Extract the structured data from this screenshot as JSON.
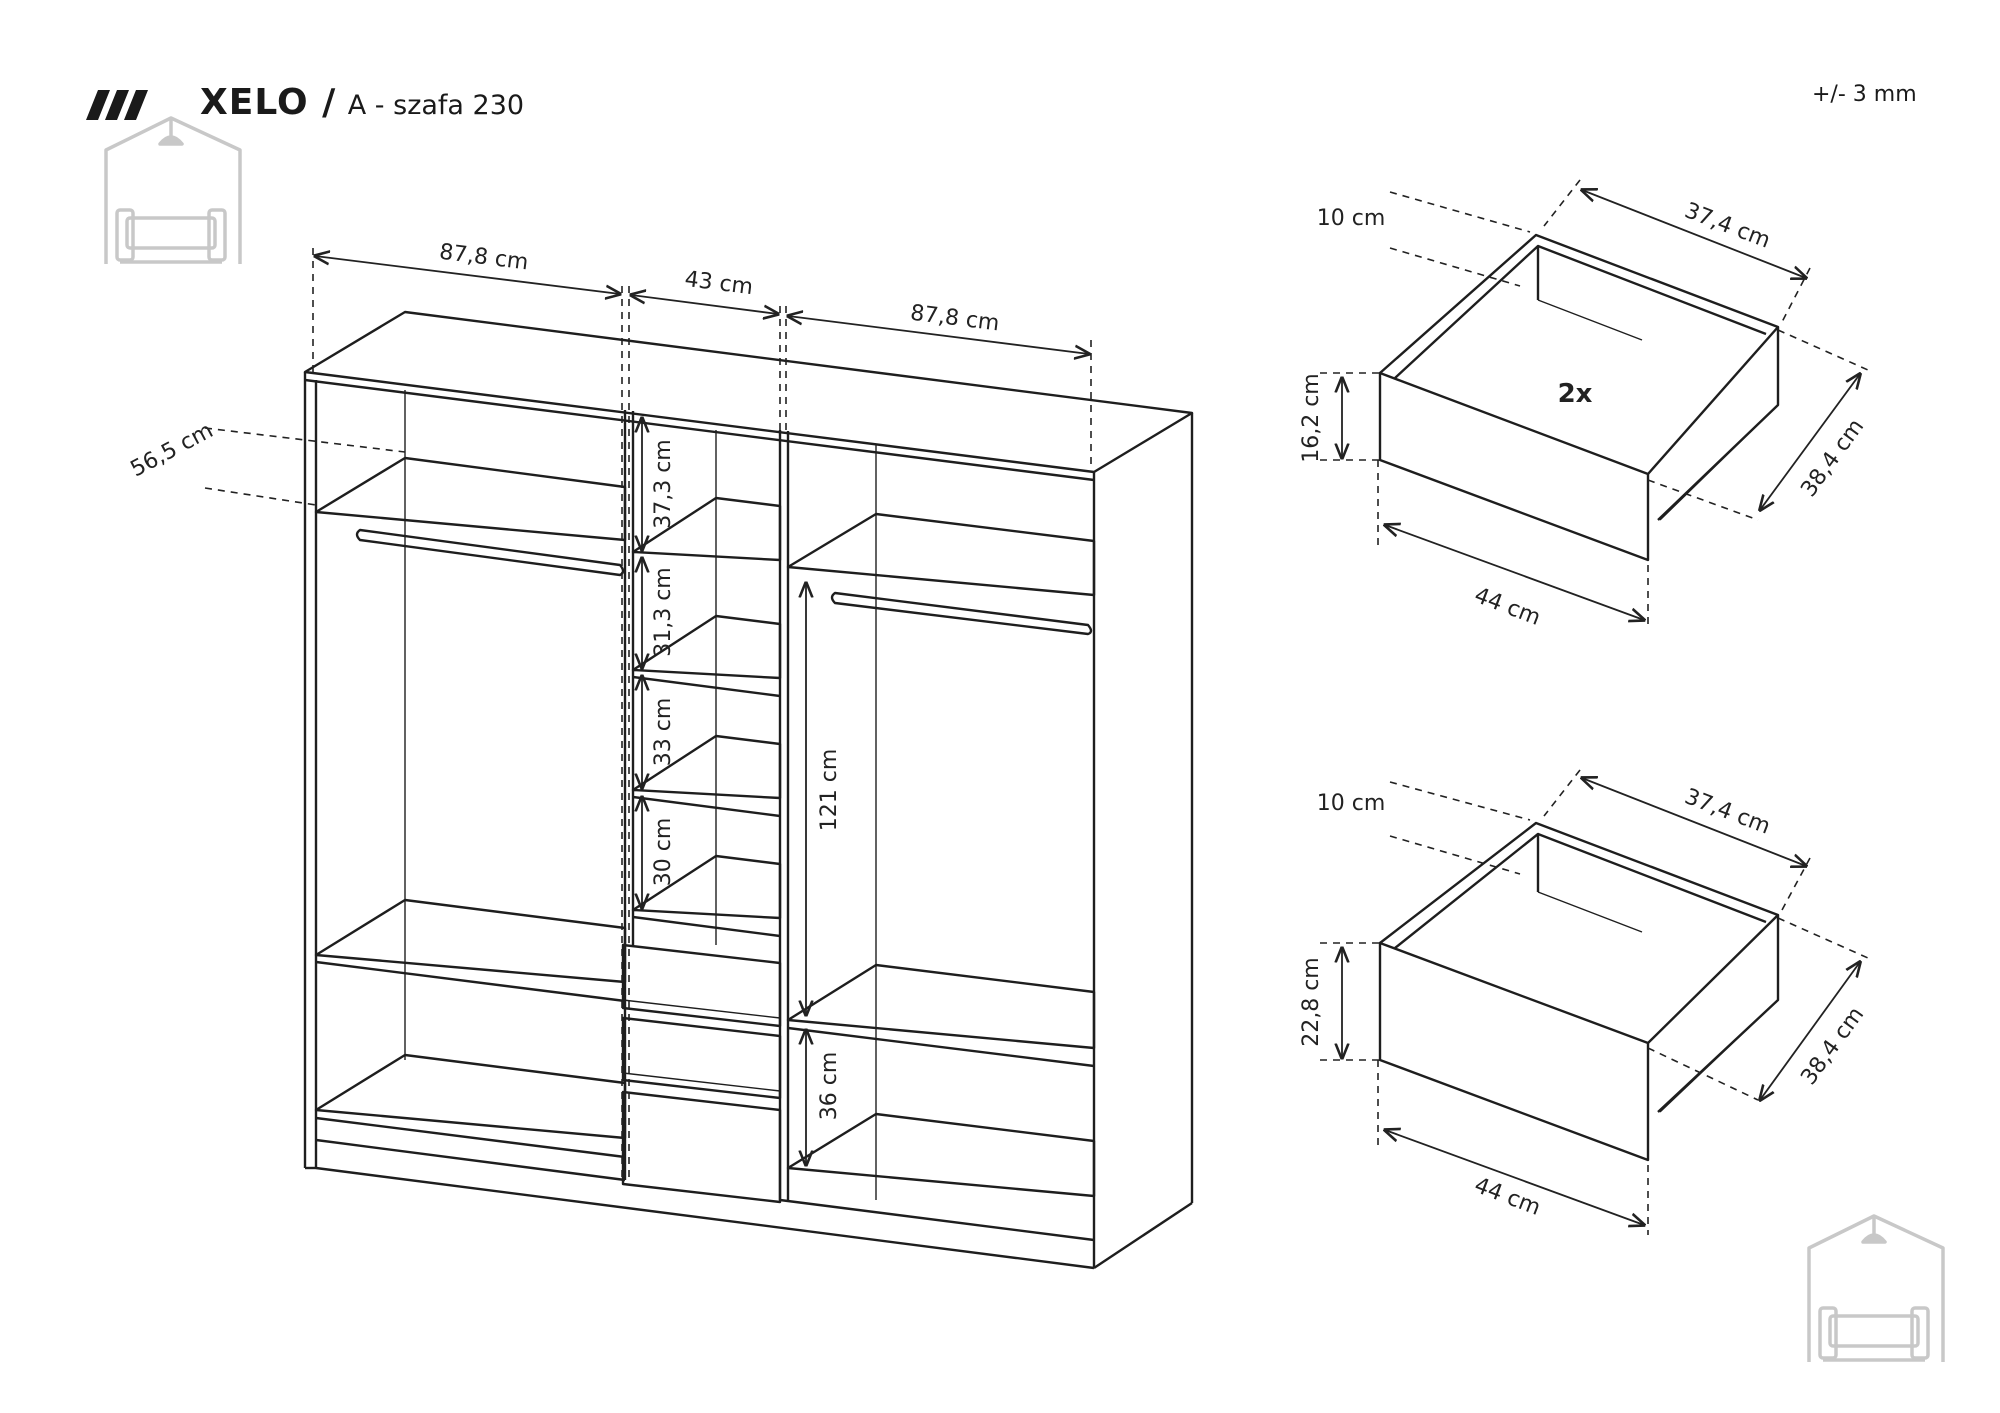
{
  "header": {
    "brand": "XELO /",
    "subtitle": "A - szafa 230",
    "tolerance": "+/- 3 mm",
    "slashes": "///"
  },
  "icons": [
    "house-sofa-logo-icon"
  ],
  "wardrobe": {
    "width_left": "87,8 cm",
    "width_middle": "43 cm",
    "width_right": "87,8 cm",
    "depth": "56,5 cm",
    "shelf_1": "37,3 cm",
    "shelf_2": "31,3 cm",
    "shelf_3": "33 cm",
    "shelf_4": "30 cm",
    "hanging_height": "121 cm",
    "bottom_compartment": "36 cm"
  },
  "drawer_small": {
    "count": "2x",
    "front_thickness": "10 cm",
    "inner_width": "37,4 cm",
    "depth": "38,4 cm",
    "height": "16,2 cm",
    "width": "44 cm"
  },
  "drawer_large": {
    "front_thickness": "10 cm",
    "inner_width": "37,4 cm",
    "depth": "38,4 cm",
    "height": "22,8 cm",
    "width": "44 cm"
  }
}
